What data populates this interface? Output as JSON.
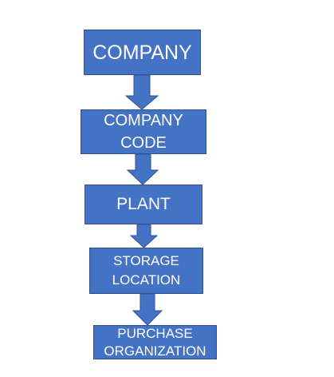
{
  "colors": {
    "box_fill": "#4472c4",
    "box_border": "#2f528f",
    "text": "#ffffff"
  },
  "boxes": [
    {
      "id": "company",
      "label": "COMPANY"
    },
    {
      "id": "company-code",
      "label": "COMPANY\nCODE"
    },
    {
      "id": "plant",
      "label": "PLANT"
    },
    {
      "id": "storage-location",
      "label": "STORAGE\nLOCATION"
    },
    {
      "id": "purchase-organization",
      "label": "PURCHASE\nORGANIZATION"
    }
  ]
}
